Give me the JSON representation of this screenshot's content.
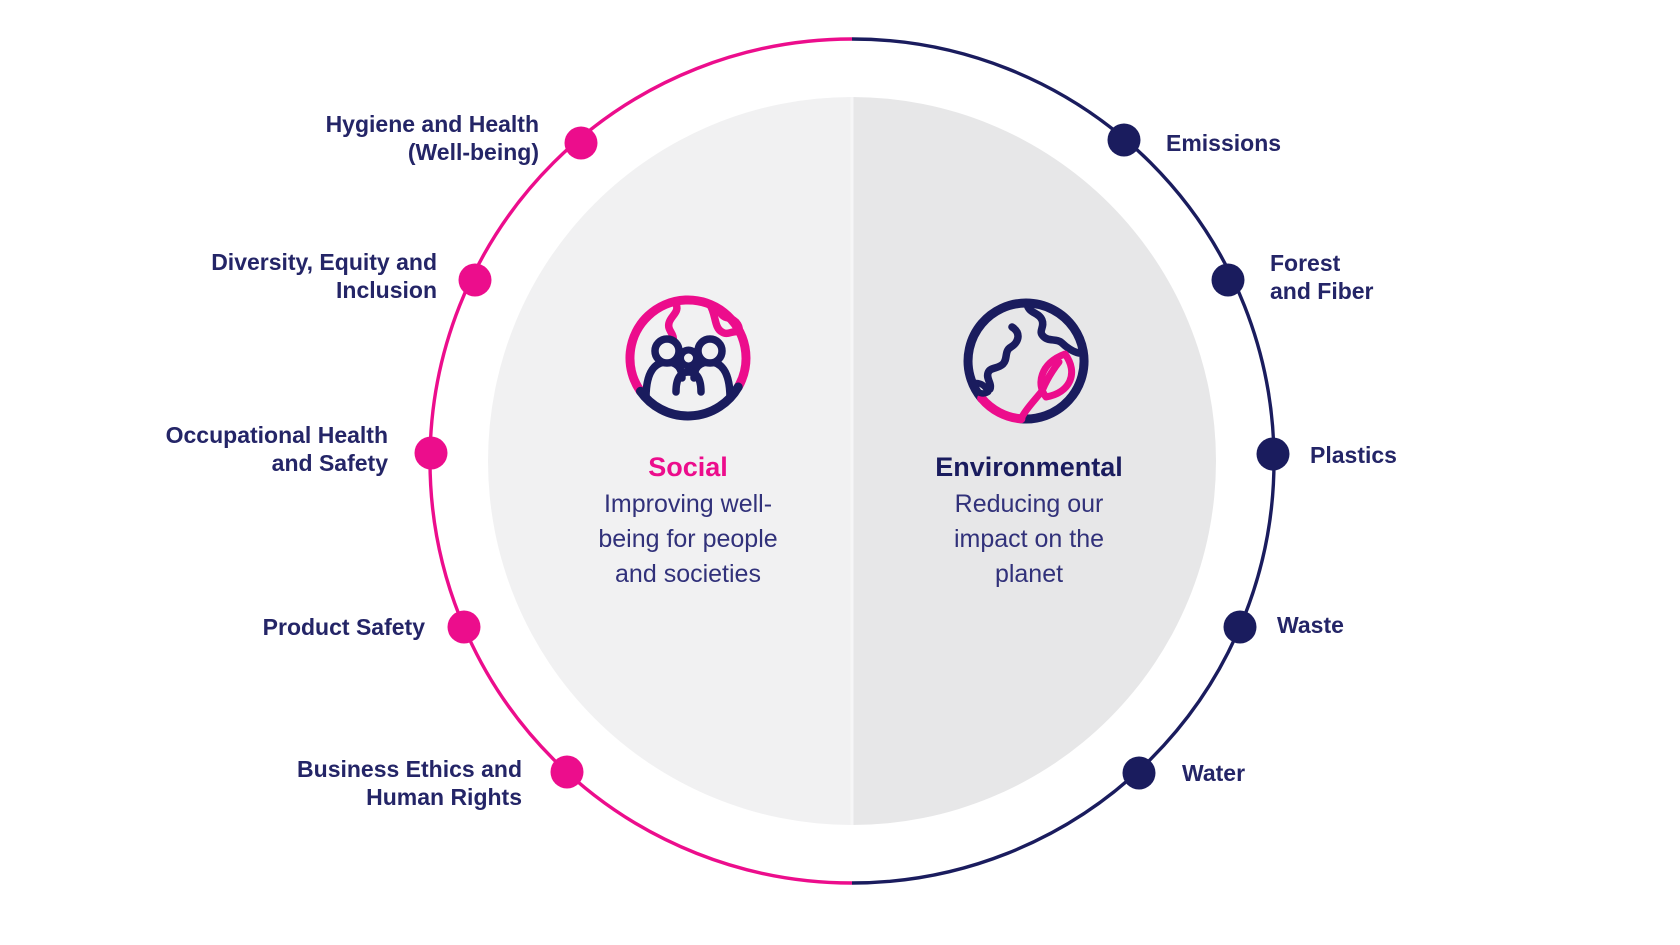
{
  "colors": {
    "social_pink": "#EC0D8C",
    "environmental_navy": "#1A1C5E",
    "label_text": "#242567",
    "body_text": "#31317A",
    "inner_left_gray": "#F1F1F2",
    "inner_right_gray": "#E7E7E8"
  },
  "social": {
    "heading": "Social",
    "description_lines": [
      "Improving well-",
      "being for people",
      "and societies"
    ],
    "icon": "globe-people-icon",
    "topics": [
      {
        "id": "hygiene-health",
        "lines": [
          "Hygiene and Health",
          "(Well-being)"
        ]
      },
      {
        "id": "diversity-equity-inclusion",
        "lines": [
          "Diversity, Equity and",
          "Inclusion"
        ]
      },
      {
        "id": "occupational-health-safety",
        "lines": [
          "Occupational Health",
          "and Safety"
        ]
      },
      {
        "id": "product-safety",
        "lines": [
          "Product Safety"
        ]
      },
      {
        "id": "business-ethics-human-rights",
        "lines": [
          "Business Ethics and",
          "Human Rights"
        ]
      }
    ]
  },
  "environmental": {
    "heading": "Environmental",
    "description_lines": [
      "Reducing our",
      "impact on the",
      "planet"
    ],
    "icon": "globe-leaf-icon",
    "topics": [
      {
        "id": "emissions",
        "lines": [
          "Emissions"
        ]
      },
      {
        "id": "forest-fiber",
        "lines": [
          "Forest",
          "and Fiber"
        ]
      },
      {
        "id": "plastics",
        "lines": [
          "Plastics"
        ]
      },
      {
        "id": "waste",
        "lines": [
          "Waste"
        ]
      },
      {
        "id": "water",
        "lines": [
          "Water"
        ]
      }
    ]
  }
}
